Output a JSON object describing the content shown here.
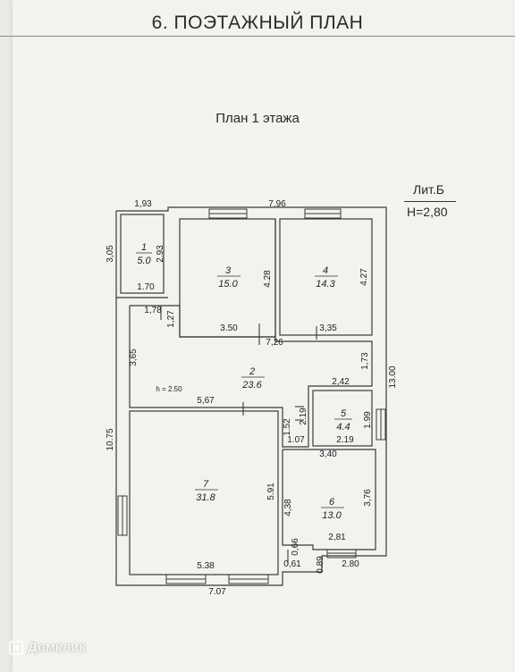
{
  "header": {
    "title": "6. ПОЭТАЖНЫЙ ПЛАН",
    "subtitle": "План 1 этажа"
  },
  "building": {
    "lit": "Лит.Б",
    "height": "H=2,80"
  },
  "rooms": [
    {
      "number": "1",
      "area": "5.0"
    },
    {
      "number": "2",
      "area": "23.6"
    },
    {
      "number": "3",
      "area": "15.0"
    },
    {
      "number": "4",
      "area": "14.3"
    },
    {
      "number": "5",
      "area": "4.4"
    },
    {
      "number": "6",
      "area": "13.0"
    },
    {
      "number": "7",
      "area": "31.8"
    }
  ],
  "dimensions": {
    "top_left": "1,93",
    "top_main": "7.96",
    "r1_left": "3,05",
    "r1_right": "2.93",
    "r1_bottom": "1.70",
    "r3_right": "4.28",
    "r4_right": "4.27",
    "r3_bottom": "3.50",
    "r4_bottom": "3,35",
    "r2_small_w": "1,78",
    "r2_small_h": "1,27",
    "r2_mid": "7,26",
    "r2_left": "3,65",
    "r2_right": "1,73",
    "r2_low": "2,42",
    "ceiling": "h = 2.50",
    "r7_top": "5,67",
    "overall_right": "13.00",
    "r5_left": "2.19",
    "r5_right": "1.99",
    "r5_bottom": "2.19",
    "corr_h": "1.52",
    "corr_w": "1.07",
    "overall_left": "10.75",
    "r6_top": "3,40",
    "r7_right": "5.91",
    "r6_left": "4,38",
    "r6_right": "3,76",
    "r6_bottom": "2,81",
    "step_h": "0,66",
    "step_w": "0,61",
    "step_d": "0.89",
    "bottom_right": "2.80",
    "r7_bottom": "5.38",
    "bottom_total": "7.07"
  },
  "watermark": "Домклик"
}
